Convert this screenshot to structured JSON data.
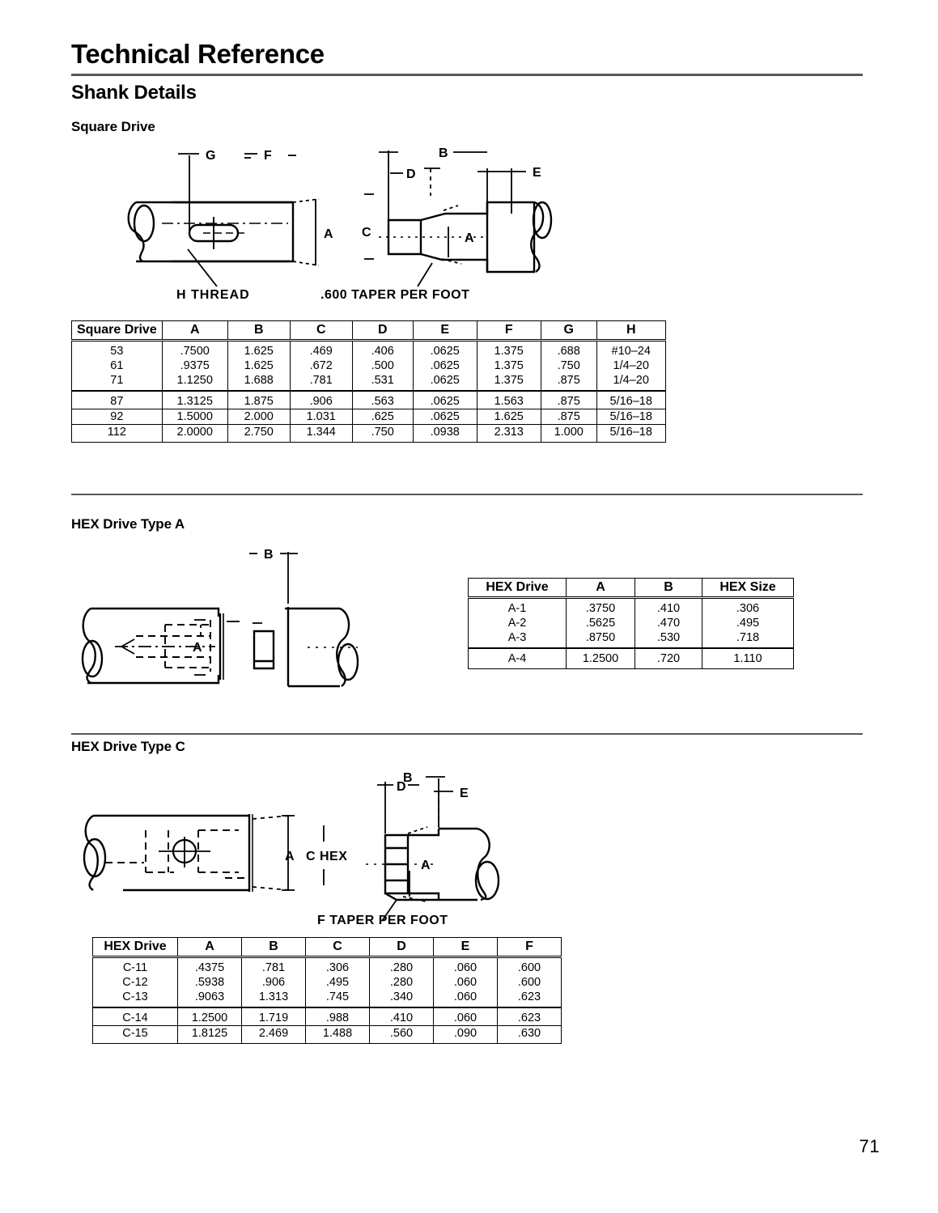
{
  "document": {
    "title": "Technical Reference",
    "section": "Shank Details",
    "page_number": "71"
  },
  "square_drive": {
    "heading": "Square Drive",
    "drawing_labels": {
      "g": "G",
      "f": "F",
      "a_left": "A",
      "h_thread": "H THREAD",
      "b": "B",
      "d": "D",
      "e": "E",
      "c": "C",
      "a_right": "A",
      "taper": ".600 TAPER PER FOOT"
    },
    "table": {
      "headers": [
        "Square Drive",
        "A",
        "B",
        "C",
        "D",
        "E",
        "F",
        "G",
        "H"
      ],
      "groups": [
        [
          [
            "53",
            ".7500",
            "1.625",
            ".469",
            ".406",
            ".0625",
            "1.375",
            ".688",
            "#10–24"
          ],
          [
            "61",
            ".9375",
            "1.625",
            ".672",
            ".500",
            ".0625",
            "1.375",
            ".750",
            "1/4–20"
          ],
          [
            "71",
            "1.1250",
            "1.688",
            ".781",
            ".531",
            ".0625",
            "1.375",
            ".875",
            "1/4–20"
          ]
        ],
        [
          [
            "87",
            "1.3125",
            "1.875",
            ".906",
            ".563",
            ".0625",
            "1.563",
            ".875",
            "5/16–18"
          ],
          [
            "92",
            "1.5000",
            "2.000",
            "1.031",
            ".625",
            ".0625",
            "1.625",
            ".875",
            "5/16–18"
          ],
          [
            "112",
            "2.0000",
            "2.750",
            "1.344",
            ".750",
            ".0938",
            "2.313",
            "1.000",
            "5/16–18"
          ]
        ]
      ]
    }
  },
  "hex_drive_a": {
    "heading": "HEX Drive  Type A",
    "drawing_labels": {
      "b": "B",
      "a": "A"
    },
    "table": {
      "headers": [
        "HEX Drive",
        "A",
        "B",
        "HEX Size"
      ],
      "groups": [
        [
          [
            "A-1",
            ".3750",
            ".410",
            ".306"
          ],
          [
            "A-2",
            ".5625",
            ".470",
            ".495"
          ],
          [
            "A-3",
            ".8750",
            ".530",
            ".718"
          ]
        ],
        [
          [
            "A-4",
            "1.2500",
            ".720",
            "1.110"
          ]
        ]
      ]
    }
  },
  "hex_drive_c": {
    "heading": "HEX Drive  Type C",
    "drawing_labels": {
      "a_left": "A",
      "c_hex": "C  HEX",
      "b": "B",
      "d": "D",
      "e": "E",
      "a_right": "A",
      "taper": "F  TAPER PER FOOT"
    },
    "table": {
      "headers": [
        "HEX Drive",
        "A",
        "B",
        "C",
        "D",
        "E",
        "F"
      ],
      "groups": [
        [
          [
            "C-11",
            ".4375",
            ".781",
            ".306",
            ".280",
            ".060",
            ".600"
          ],
          [
            "C-12",
            ".5938",
            ".906",
            ".495",
            ".280",
            ".060",
            ".600"
          ],
          [
            "C-13",
            ".9063",
            "1.313",
            ".745",
            ".340",
            ".060",
            ".623"
          ]
        ],
        [
          [
            "C-14",
            "1.2500",
            "1.719",
            ".988",
            ".410",
            ".060",
            ".623"
          ],
          [
            "C-15",
            "1.8125",
            "2.469",
            "1.488",
            ".560",
            ".090",
            ".630"
          ]
        ]
      ]
    }
  },
  "colors": {
    "ink": "#000000",
    "rule": "#58585a"
  }
}
